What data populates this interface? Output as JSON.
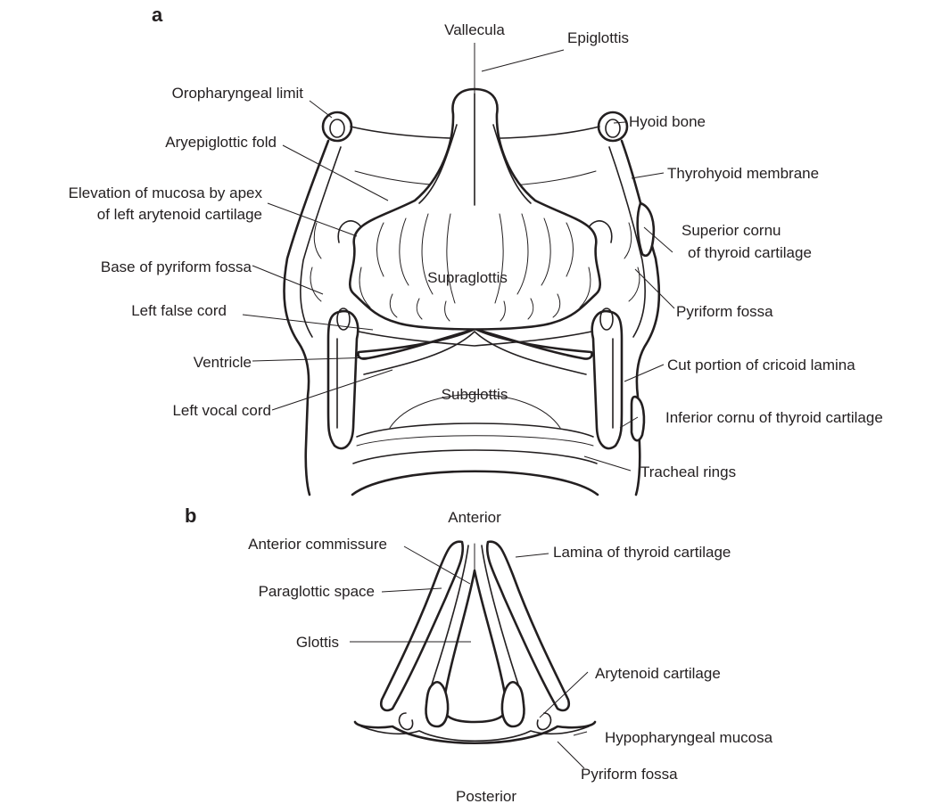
{
  "panels": {
    "a": "a",
    "b": "b"
  },
  "labels_a": {
    "vallecula": "Vallecula",
    "epiglottis": "Epiglottis",
    "oropharyngeal_limit": "Oropharyngeal limit",
    "hyoid_bone": "Hyoid bone",
    "aryepiglottic_fold": "Aryepiglottic fold",
    "thyrohyoid_membrane": "Thyrohyoid membrane",
    "elevation_line1": "Elevation of mucosa by apex",
    "elevation_line2": "of left arytenoid cartilage",
    "superior_cornu_line1": "Superior cornu",
    "superior_cornu_line2": "of thyroid cartilage",
    "base_pyriform": "Base of pyriform fossa",
    "supraglottis": "Supraglottis",
    "pyriform_fossa": "Pyriform fossa",
    "left_false_cord": "Left false cord",
    "ventricle": "Ventricle",
    "cut_cricoid": "Cut portion of cricoid lamina",
    "subglottis": "Subglottis",
    "left_vocal_cord": "Left vocal cord",
    "inferior_cornu": "Inferior cornu of thyroid cartilage",
    "tracheal_rings": "Tracheal rings"
  },
  "labels_b": {
    "anterior": "Anterior",
    "anterior_commissure": "Anterior commissure",
    "paraglottic_space": "Paraglottic space",
    "lamina_thyroid": "Lamina of thyroid cartilage",
    "glottis": "Glottis",
    "arytenoid_cartilage": "Arytenoid cartilage",
    "hypopharyngeal_mucosa": "Hypopharyngeal mucosa",
    "pyriform_fossa": "Pyriform fossa",
    "posterior": "Posterior"
  }
}
